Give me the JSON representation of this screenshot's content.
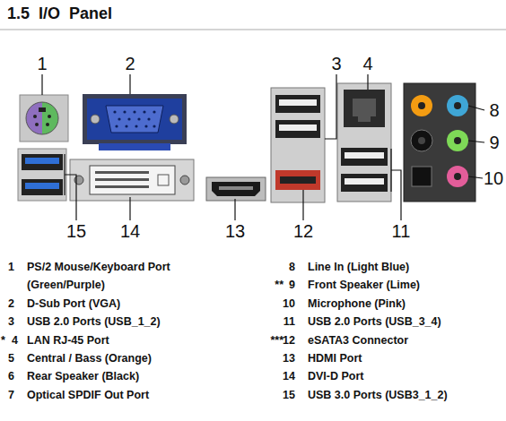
{
  "diagram": {
    "title": "1.5 I/O Panel",
    "labels": [
      "1",
      "2",
      "3",
      "4",
      "8",
      "9",
      "10",
      "15",
      "14",
      "13",
      "12",
      "11",
      "1",
      "PS/2 Mouse/Keyboard Port (Green/Purple)",
      "2",
      "D-Sub Port (VGA)",
      "3",
      "USB 2.0 Ports (USB_1_2)",
      "*",
      "4",
      "LAN RJ-45 Port",
      "5",
      "Central / Bass (Orange)",
      "6",
      "Rear Speaker (Black)",
      "7",
      "Optical SPDIF Out Port",
      "8",
      "Line In (Light Blue)",
      "**",
      "9",
      "Front Speaker (Lime)",
      "10",
      "Microphone (Pink)",
      "11",
      "USB 2.0 Ports (USB_3_4)",
      "***",
      "12",
      "eSATA3 Connector",
      "13",
      "HDMI Port",
      "14",
      "DVI-D Port",
      "15",
      "USB 3.0 Ports (USB3_1_2)"
    ]
  }
}
